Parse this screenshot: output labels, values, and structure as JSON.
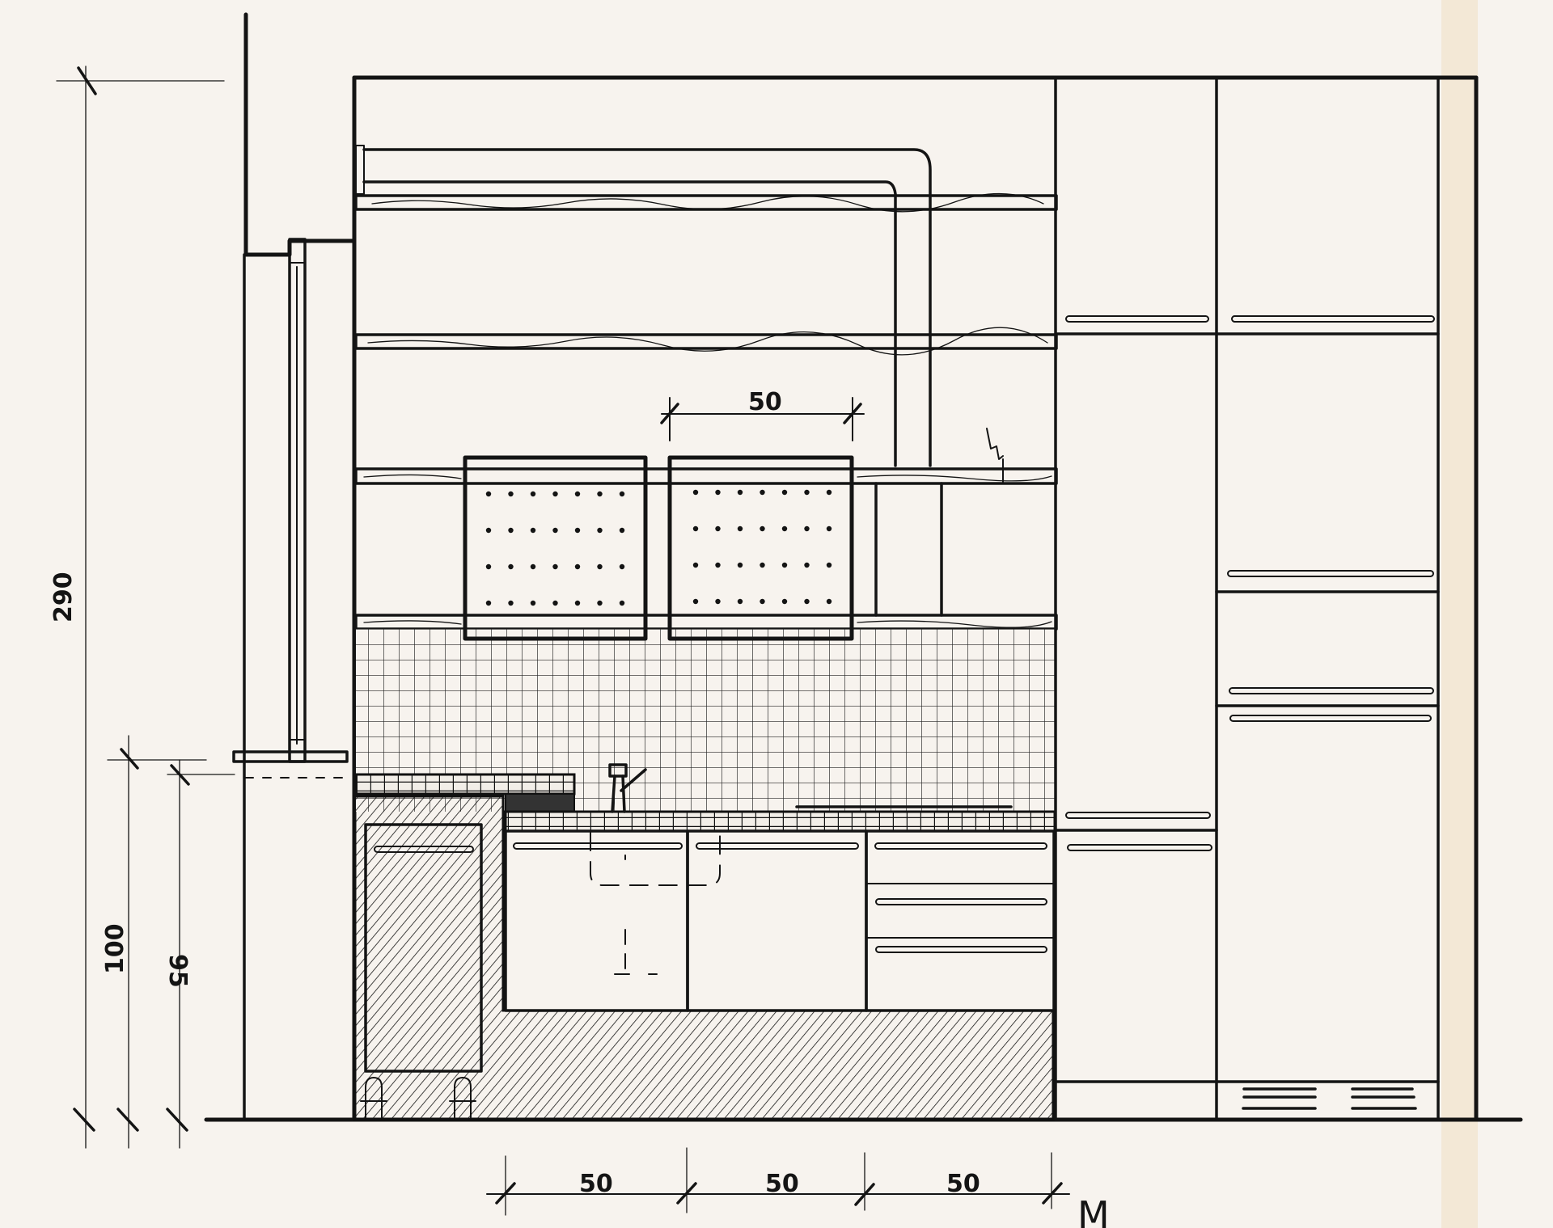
{
  "drawing": {
    "type": "kitchen elevation (hand-drawn architectural section)",
    "colors": {
      "paper": "#f7f3ee",
      "ink": "#141414",
      "paper_edge": "#f3e8d6"
    }
  },
  "dimensions": {
    "total_height": "290",
    "counter_height_outer": "100",
    "counter_height_inner": "95",
    "wall_panel_width": "50",
    "base_cabinet_widths": [
      "50",
      "50",
      "50"
    ]
  },
  "labels": {
    "corner_mark": "M"
  },
  "elements": {
    "open_shelves": 4,
    "perforated_panels": {
      "count": 2,
      "dot_columns": 7,
      "dot_rows": 4
    },
    "base_cabinets": [
      {
        "name": "sink-cabinet-left",
        "handles": 1
      },
      {
        "name": "sink-cabinet-right",
        "handles": 1
      },
      {
        "name": "drawer-unit",
        "handles": 3
      }
    ],
    "tall_cabinets": [
      {
        "name": "tall-cabinet-left",
        "handles": 3
      },
      {
        "name": "tall-cabinet-right",
        "handles": 4,
        "vent_grilles": 2
      }
    ]
  }
}
